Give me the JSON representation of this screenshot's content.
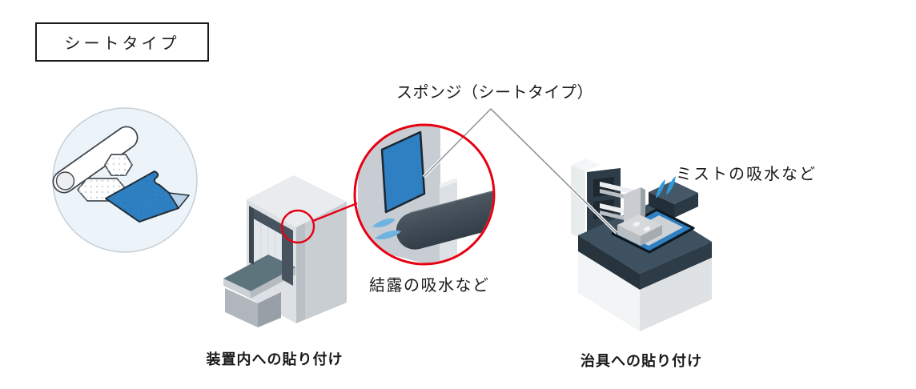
{
  "badge": {
    "label": "シートタイプ"
  },
  "annotation": {
    "pointer_label": "スポンジ（シートタイプ）"
  },
  "examples": [
    {
      "id": "equipment-interior",
      "caption": "装置内への貼り付け",
      "note": "結露の吸水など"
    },
    {
      "id": "jig",
      "caption": "治具への貼り付け",
      "note": "ミストの吸水など"
    }
  ],
  "icons": {
    "product_circle": "sheet-sponge-samples-icon",
    "detail_callout": "magnified-detail-callout",
    "droplets": "absorbed-water-drops-icon",
    "splashes": "mist-splash-icon"
  },
  "colors": {
    "accent_red": "#e60012",
    "sponge_blue": "#2e80c2",
    "droplet_blue": "#6fb3e0",
    "splash_blue": "#2f9bd8",
    "machine_slate": "#3d5160",
    "machine_dark": "#2d3c47",
    "machine_light": "#e9ecef",
    "circle_background": "#ecf4fa",
    "connector_gray": "#8f959a",
    "text_color": "#1a1a1a"
  }
}
